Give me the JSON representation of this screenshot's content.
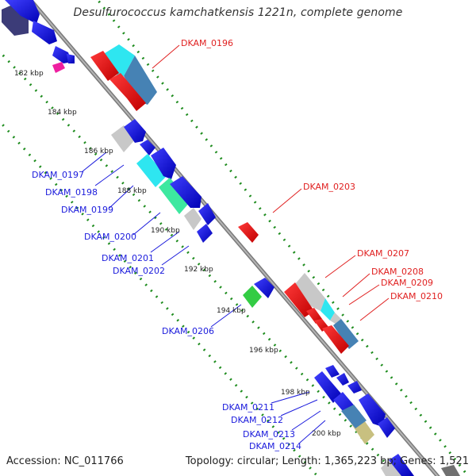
{
  "header": {
    "title": "Desulfurococcus kamchatkensis 1221n, complete genome"
  },
  "footer": {
    "accession": "Accession: NC_011766",
    "summary": "Topology: circular; Length: 1,365,223 bp; Genes: 1,521"
  },
  "scale_ticks": [
    "182 kbp",
    "184 kbp",
    "186 kbp",
    "188 kbp",
    "190 kbp",
    "192 kbp",
    "194 kbp",
    "196 kbp",
    "198 kbp",
    "200 kbp"
  ],
  "gene_labels": {
    "blue": [
      "DKAM_0197",
      "DKAM_0198",
      "DKAM_0199",
      "DKAM_0200",
      "DKAM_0201",
      "DKAM_0202",
      "DKAM_0206",
      "DKAM_0211",
      "DKAM_0212",
      "DKAM_0213",
      "DKAM_0214"
    ],
    "red": [
      "DKAM_0196",
      "DKAM_0203",
      "DKAM_0207",
      "DKAM_0208",
      "DKAM_0209",
      "DKAM_0210"
    ]
  },
  "colors": {
    "forward_strand_arrow": "#0a0ae6",
    "reverse_strand_arrow": "#e61010",
    "backbone": "#8c8c8c",
    "dotted_track": "#1e8c1e",
    "cyan_feature": "#2ee6f0",
    "steel_feature": "#4682b4",
    "grey_feature": "#c0c0c0",
    "green_feature": "#33cc44",
    "seafoam_feature": "#3de8a0",
    "magenta_feature": "#ee1fa0",
    "khaki_feature": "#c8c080",
    "dark_slate_feature": "#3c3c78"
  }
}
